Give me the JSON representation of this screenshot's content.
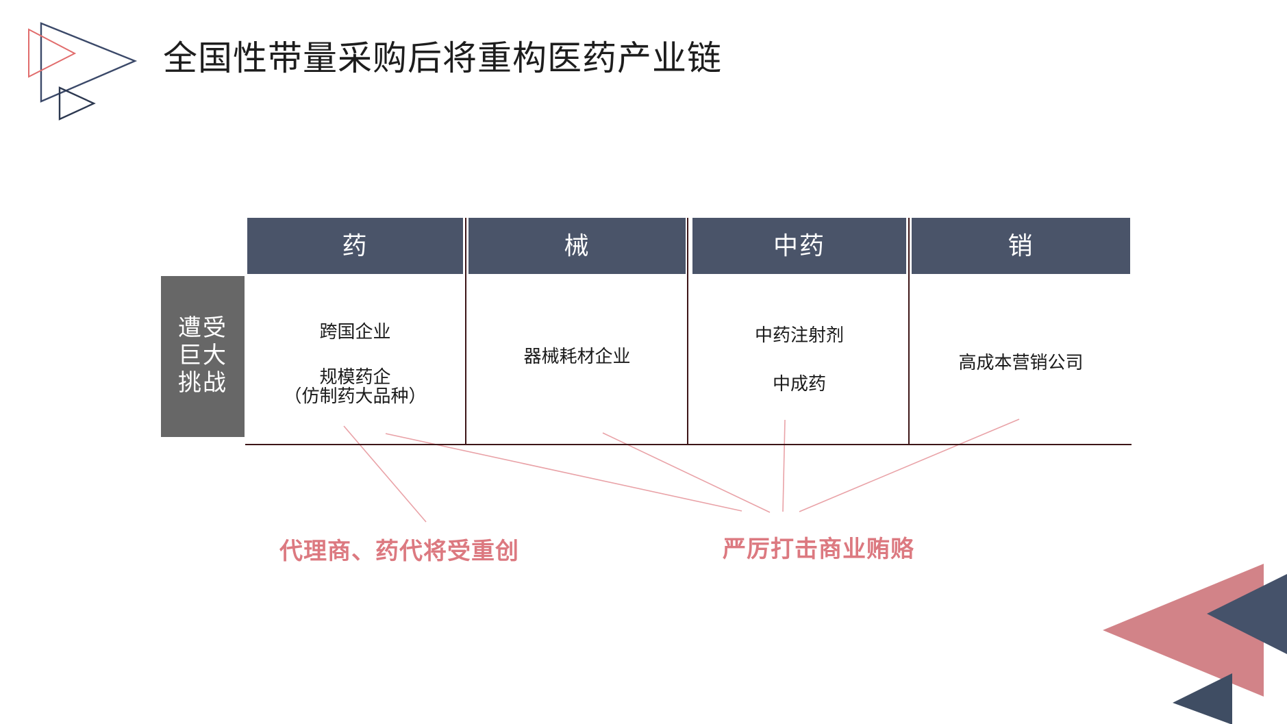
{
  "title": "全国性带量采购后将重构医药产业链",
  "side_label": {
    "line1": "遭受",
    "line2": "巨大",
    "line3": "挑战"
  },
  "table": {
    "columns": [
      {
        "header": "药",
        "rows": [
          "跨国企业",
          "规模药企",
          "（仿制药大品种）"
        ]
      },
      {
        "header": "械",
        "rows": [
          "器械耗材企业"
        ]
      },
      {
        "header": "中药",
        "rows": [
          "中药注射剂",
          "中成药"
        ]
      },
      {
        "header": "销",
        "rows": [
          "高成本营销公司"
        ]
      }
    ]
  },
  "callouts": {
    "left": "代理商、药代将受重创",
    "right": "严厉打击商业贿赂"
  },
  "colors": {
    "header_bg": "#4a5469",
    "header_text": "#ffffff",
    "side_box_bg": "#676767",
    "body_text": "#1a1a1a",
    "table_line": "#3d1517",
    "callout_text": "#dc7980",
    "pointer_line": "#e9a2a7",
    "logo_navy_outline": "#3b4969",
    "logo_red_outline": "#e16c6c",
    "corner_pink": "#d28388",
    "corner_navy": "#45526a",
    "corner_navy_small": "#3f4d63"
  }
}
